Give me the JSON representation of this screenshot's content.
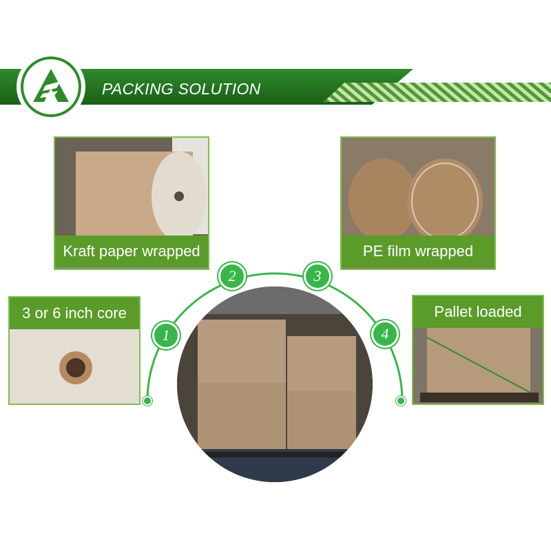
{
  "banner": {
    "title": "PACKING SOLUTION"
  },
  "steps": {
    "kraft": {
      "caption": "Kraft paper wrapped"
    },
    "pe": {
      "caption": "PE film wrapped"
    },
    "core": {
      "caption": "3 or 6 inch core"
    },
    "pallet": {
      "caption": "Pallet loaded"
    }
  },
  "step_numbers": [
    "1",
    "2",
    "3",
    "4"
  ],
  "icons": {
    "logo": "green-leaf-logo-icon"
  },
  "colors": {
    "banner_dark": "#1f6b1c",
    "banner_light": "#6ab03a",
    "accent": "#39b54a",
    "caption_bg": "#5a9b2a"
  }
}
